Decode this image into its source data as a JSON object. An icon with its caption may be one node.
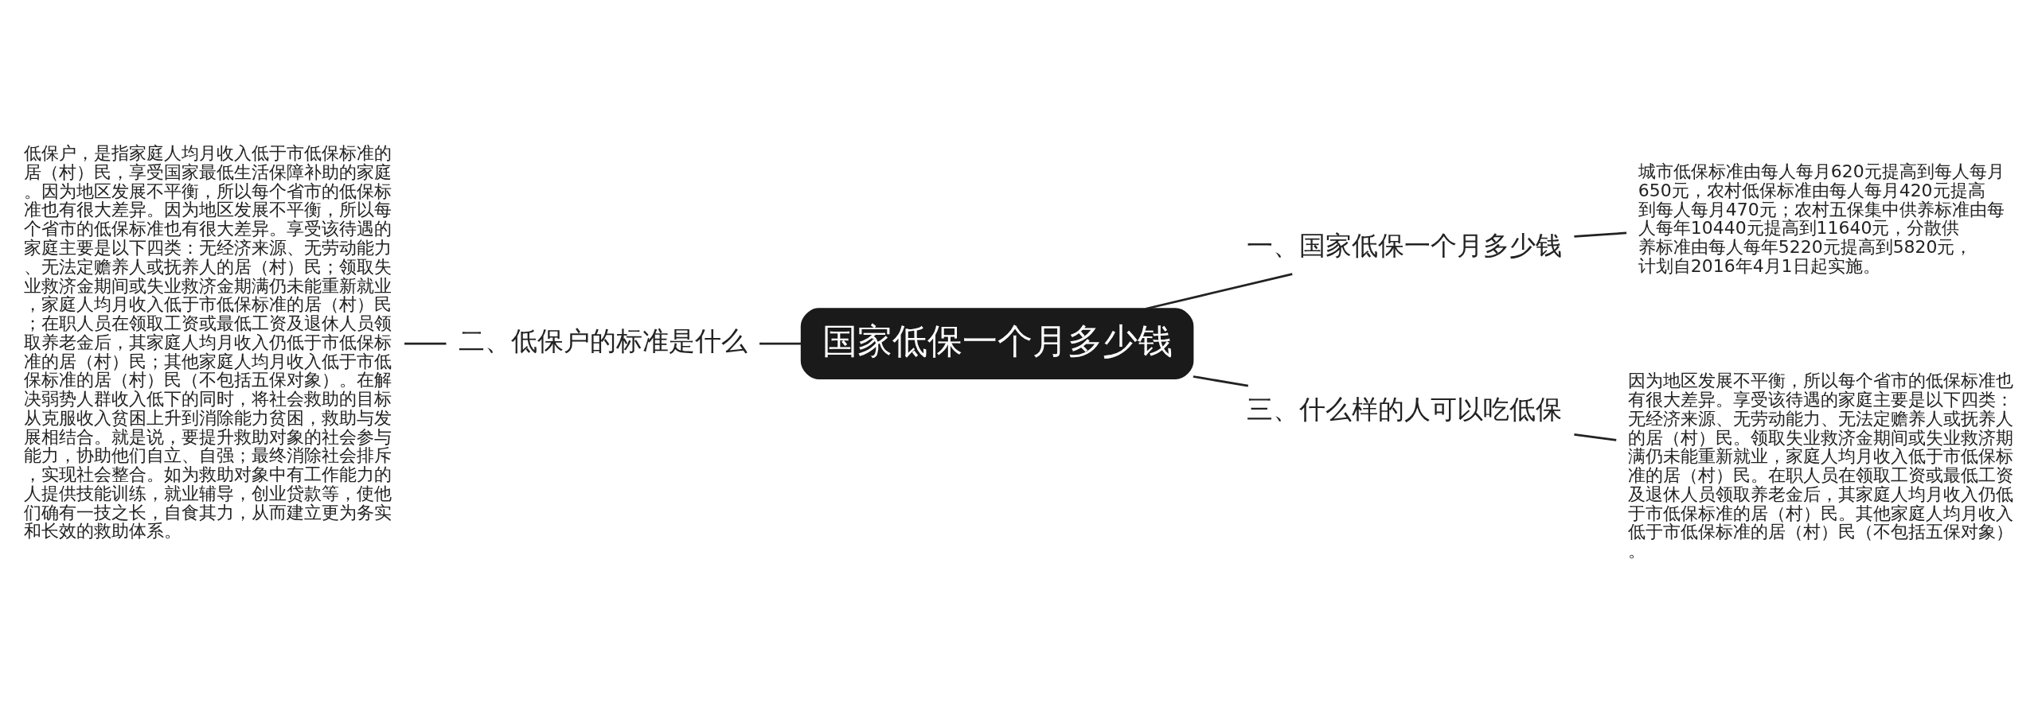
{
  "diagram": {
    "nodes": [
      {
        "text": [
          "国家低保一个月多少钱"
        ]
      },
      {
        "text": [
          "一、国家低保一个月多少钱"
        ]
      },
      {
        "text": [
          "城市低保标准由每人每月620元提高到每人每月650元，农村低保标准由每人每月420元提高到每人每月470元；农村五保集中供养标准由每人每年10440元提高到11640元，分散供养标准由每人每年5220元提高到5820元，计划自2016年4月1日起实施。"
        ]
      },
      {
        "text": [
          "三、什么样的人可以吃低保"
        ]
      },
      {
        "text": [
          "因为地区发展不平衡，所以每个省市的低保标准也有很大差异。享受该待遇的家庭主要是以下四类：无经济来源、无劳动能力、无法定赡养人或抚养人的居（村）民。领取失业救济金期间或失业救济期满仍未能重新就业，家庭人均月收入低于市低保标准的居（村）民。在职人员在领取工资或最低工资及退休人员领取养老金后，其家庭人均月收入仍低于市低保标准的居（村）民。其他家庭人均月收入低于市低保标准的居（村）民（不包括五保对象）。"
        ]
      },
      {
        "text": [
          "二、低保户的标准是什么"
        ]
      },
      {
        "text": [
          "低保户，是指家庭人均月收入低于市低保标准的居（村）民，享受国家最低生活保障补助的家庭。因为地区发展不平衡，所以每个省市的低保标准也有很大差异。因为地区发展不平衡，所以每个省市的低保标准也有很大差异。享受该待遇的家庭主要是以下四类：无经济来源、无劳动能力、无法定赡养人或抚养人的居（村）民；领取失业救济金期间或失业救济金期满仍未能重新就业，家庭人均月收入低于市低保标准的居（村）民；在职人员在领取工资或最低工资及退休人员领取养老金后，其家庭人均月收入仍低于市低保标准的居（村）民；其他家庭人均月收入低于市低保标准的居（村）民（不包括五保对象）。在解决弱势人群收入低下的同时，将社会救助的目标从克服收入贫困上升到消除能力贫困，救助与发展相结合。就是说，要提升救助对象的社会参与能力，协助他们自立、自强；最终消除社会排斥，实现社会整合。如为救助对象中有工作能力的人提供技能训练，就业辅导，创业贷款等，使他们确有一技之长，自食其力，从而建立更为务实和长效的救助体系。"
        ]
      }
    ],
    "edges": [
      {
        "from": 0,
        "to": 1,
        "arrow": "none"
      },
      {
        "from": 1,
        "to": 2,
        "arrow": "none"
      },
      {
        "from": 0,
        "to": 3,
        "arrow": "none"
      },
      {
        "from": 3,
        "to": 4,
        "arrow": "none"
      },
      {
        "from": 0,
        "to": 5,
        "arrow": "none"
      },
      {
        "from": 5,
        "to": 6,
        "arrow": "none"
      }
    ]
  }
}
